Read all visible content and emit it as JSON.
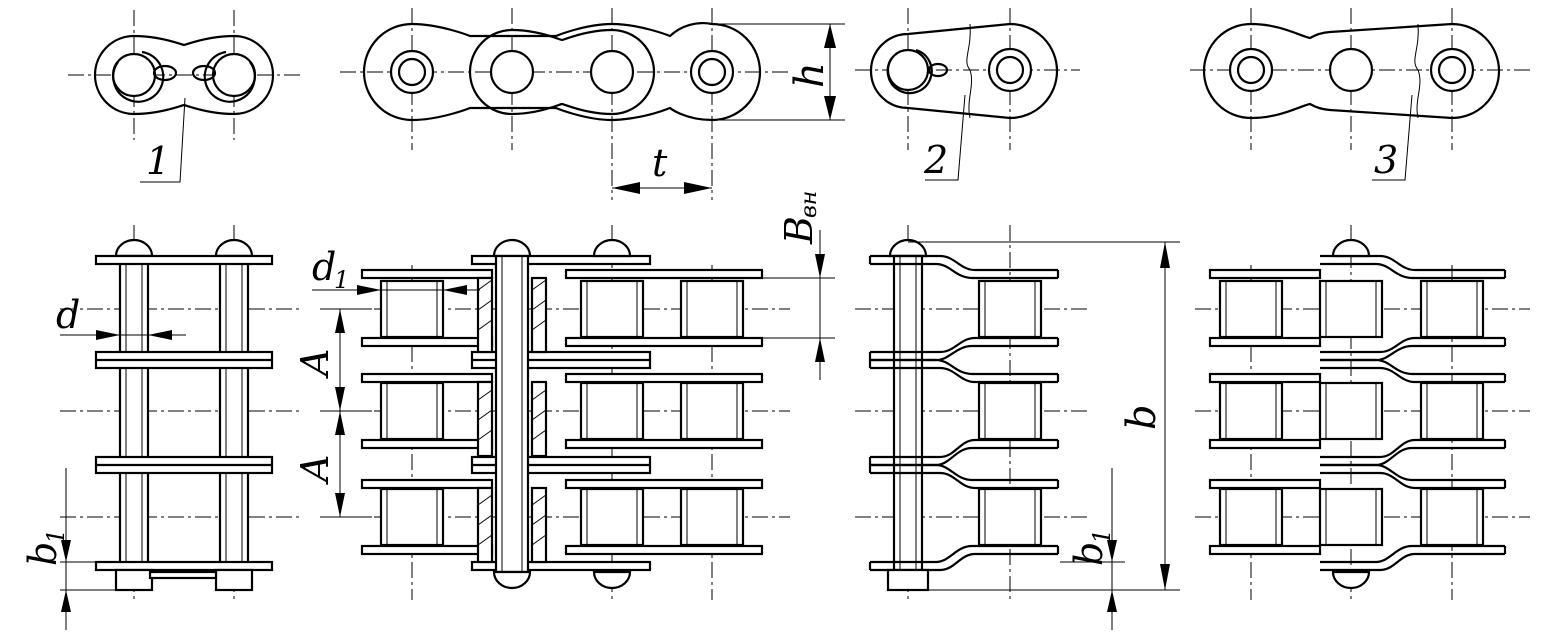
{
  "colors": {
    "line": "#000000",
    "background": "#ffffff"
  },
  "labels": {
    "callout_1": "1",
    "callout_2": "2",
    "callout_3": "3",
    "pitch": "t",
    "height": "h",
    "width_inner_main": "B",
    "width_inner_sub": "вн",
    "roller_diameter_main": "d",
    "roller_diameter_sub": "1",
    "pin_diameter": "d",
    "row_spacing_top": "A",
    "row_spacing_bottom": "A",
    "overall_width": "b",
    "pin_end_left_main": "b",
    "pin_end_left_sub": "1",
    "pin_end_right_main": "b",
    "pin_end_right_sub": "1"
  }
}
